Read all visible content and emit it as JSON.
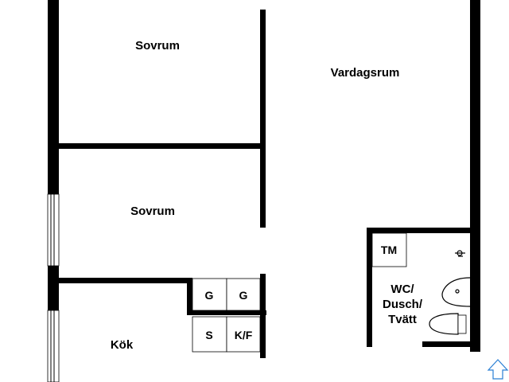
{
  "rooms": {
    "bedroom_1": "Sovrum",
    "bedroom_2": "Sovrum",
    "living_room": "Vardagsrum",
    "kitchen": "Kök",
    "bathroom_line_1": "WC/",
    "bathroom_line_2": "Dusch/",
    "bathroom_line_3": "Tvätt"
  },
  "fixtures": {
    "wardrobe_1": "G",
    "wardrobe_2": "G",
    "stove": "S",
    "fridge_freezer": "K/F",
    "dryer": "TM"
  },
  "icons": {
    "compass": "compass-icon"
  },
  "colors": {
    "wall": "#000000",
    "background": "#ffffff",
    "compass": "#2a7fd4"
  }
}
